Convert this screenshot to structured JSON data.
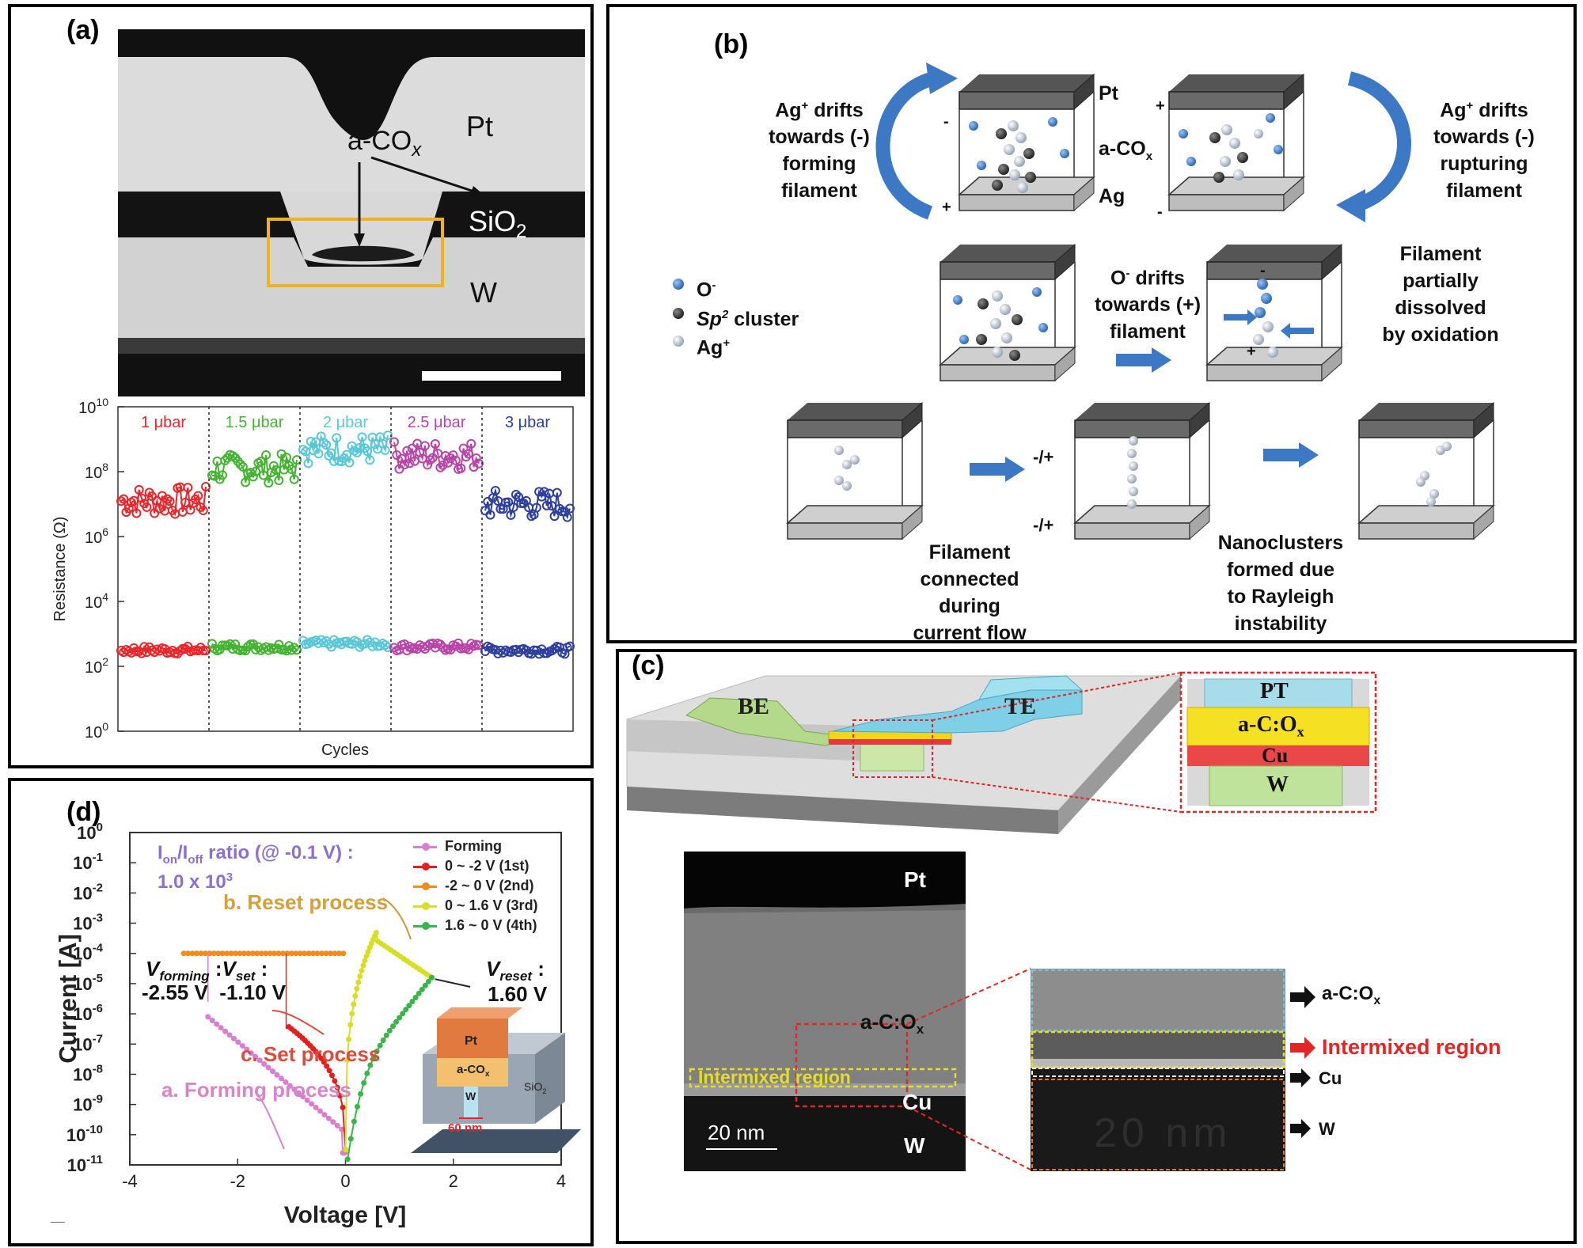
{
  "panel_a": {
    "label": "(a)",
    "sem": {
      "pt": "Pt",
      "sio2": "SiO",
      "sio2_sub": "2",
      "w": "W",
      "acox": "a-CO",
      "acox_sub": "x"
    },
    "plot": {
      "ylabel": "Resistance (Ω)",
      "xlabel": "Cycles",
      "ytick_base": "10",
      "yticks": [
        "10",
        "8",
        "6",
        "4",
        "2",
        "0"
      ],
      "segments": [
        {
          "name": "1 μbar",
          "color": "#e8262b",
          "hrs_log": 7.1,
          "lrs_log": 2.5
        },
        {
          "name": "1.5 μbar",
          "color": "#43b331",
          "hrs_log": 8.1,
          "lrs_log": 2.6
        },
        {
          "name": "2 μbar",
          "color": "#5bc7d6",
          "hrs_log": 8.7,
          "lrs_log": 2.7
        },
        {
          "name": "2.5 μbar",
          "color": "#b944a8",
          "hrs_log": 8.5,
          "lrs_log": 2.6
        },
        {
          "name": "3 μbar",
          "color": "#2e3f9c",
          "hrs_log": 7.0,
          "lrs_log": 2.5
        }
      ]
    }
  },
  "panel_b": {
    "label": "(b)",
    "top_left": [
      "Ag",
      "+",
      " drifts",
      "towards (-)",
      "forming",
      "filament"
    ],
    "top_right": [
      "Ag",
      "+",
      " drifts",
      "towards (-)",
      "rupturing",
      "filament"
    ],
    "layer_pt": "Pt",
    "layer_acox": "a-CO",
    "layer_acox_sub": "x",
    "layer_ag": "Ag",
    "minus": "-",
    "plus": "+",
    "mp": "-/+",
    "legend": {
      "o": "O",
      "o_sup": "-",
      "sp2": "Sp",
      "sp2_sup": "2",
      "sp2_rest": " cluster",
      "ag": "Ag",
      "ag_sup": "+"
    },
    "mid": [
      "O",
      "-",
      " drifts",
      "towards (+)",
      "filament"
    ],
    "mid_right": [
      "Filament",
      "partially",
      "dissolved",
      "by oxidation"
    ],
    "bottom_left": [
      "Filament",
      "connected",
      "during",
      "current flow"
    ],
    "bottom_right": [
      "Nanoclusters",
      "formed due",
      "to Rayleigh",
      "instability"
    ]
  },
  "panel_c": {
    "label": "(c)",
    "be": "BE",
    "te": "TE",
    "stack": {
      "pt": "PT",
      "acox": "a-C:O",
      "acox_sub": "x",
      "cu": "Cu",
      "w": "W"
    },
    "tem": {
      "pt": "Pt",
      "acox": "a-C:O",
      "acox_sub": "x",
      "inter": "Intermixed region",
      "cu": "Cu",
      "w": "W",
      "scale": "20 nm"
    },
    "zoom": {
      "acox": "a-C:O",
      "acox_sub": "x",
      "inter": "Intermixed  region",
      "cu": "Cu",
      "w": "W",
      "scale_ghost": "20 nm"
    }
  },
  "panel_d": {
    "label": "(d)",
    "ylabel": "Current [A]",
    "xlabel": "Voltage [V]",
    "xticks": [
      "-4",
      "-2",
      "0",
      "2",
      "4"
    ],
    "ytick_base": "10",
    "yticks": [
      "0",
      "-1",
      "-2",
      "-3",
      "-4",
      "-5",
      "-6",
      "-7",
      "-8",
      "-9",
      "-10",
      "-11"
    ],
    "ratio_line1_a": "I",
    "ratio_on": "on",
    "ratio_slash": "/I",
    "ratio_off": "off",
    "ratio_rest": " ratio (@ -0.1 V) :",
    "ratio_line2": "1.0 x 10",
    "ratio_sup": "3",
    "legend": [
      {
        "name": "Forming",
        "color": "#d97fd0"
      },
      {
        "name": "0 ~ -2 V (1st)",
        "color": "#e32020"
      },
      {
        "name": "-2 ~ 0 V (2nd)",
        "color": "#f28a1c"
      },
      {
        "name": "0 ~ 1.6 V (3rd)",
        "color": "#d6de27"
      },
      {
        "name": "1.6 ~ 0 V (4th)",
        "color": "#3ab54a"
      }
    ],
    "reset": "b. Reset process",
    "set": "c. Set process",
    "forming": "a. Forming process",
    "vforming": "V",
    "vforming_sub": "forming",
    "colon": " :",
    "vset": "V",
    "vset_sub": "set",
    "vforming_val": "-2.55 V",
    "vset_val": "-1.10 V",
    "vreset": "V",
    "vreset_sub": "reset",
    "vreset_val": "1.60 V",
    "inset": {
      "pt": "Pt",
      "acox": "a-CO",
      "acox_sub": "x",
      "w": "W",
      "sio2": "SiO",
      "sio2_sub": "2",
      "nm": "60 nm"
    },
    "footer": "¯¯"
  }
}
